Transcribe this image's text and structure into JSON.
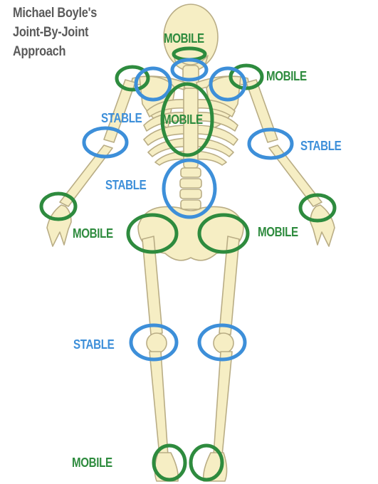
{
  "title": {
    "line1": "Michael Boyle's",
    "line2": "Joint-By-Joint",
    "line3": "Approach"
  },
  "colors": {
    "mobile": "#2e8b3e",
    "stable": "#3d8fd9",
    "bone": "#f6eec4",
    "bone_outline": "#b9ad85"
  },
  "labels": {
    "neck": "MOBILE",
    "shoulder": "MOBILE",
    "scapula": "STABLE",
    "thoracic": "MOBILE",
    "elbow": "STABLE",
    "lumbar": "STABLE",
    "wrist": "MOBILE",
    "hip_left": "MOBILE",
    "hip_right": "MOBILE",
    "knee": "STABLE",
    "ankle": "MOBILE"
  }
}
